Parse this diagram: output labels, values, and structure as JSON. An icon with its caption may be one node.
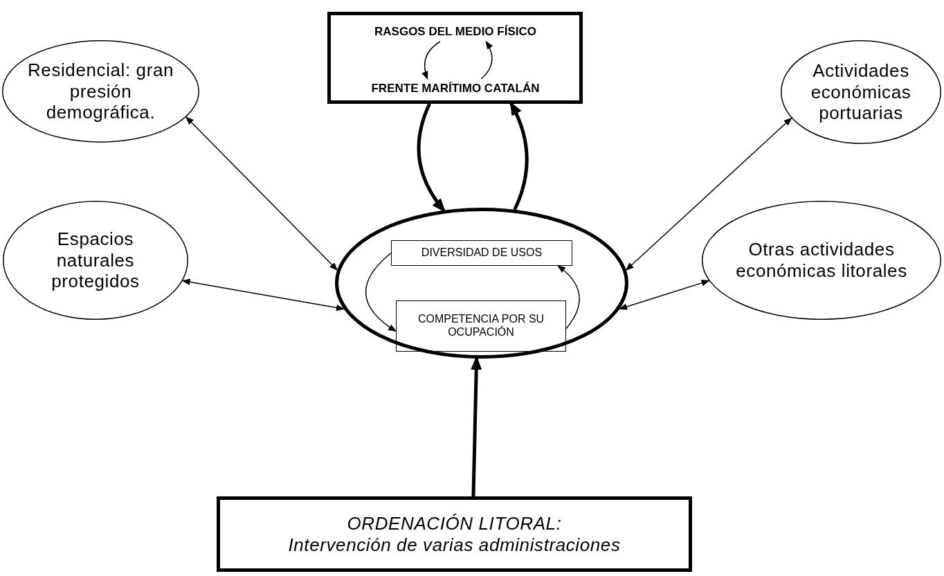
{
  "diagram": {
    "nodes": [
      {
        "text": [],
        "shape": "box"
      },
      {
        "text": [
          "RASGOS DEL MEDIO FÍSICO"
        ],
        "in": 0
      },
      {
        "text": [
          "FRENTE MARÍTIMO CATALÁN"
        ],
        "in": 0
      },
      {
        "text": [
          "Residencial: gran presión demográfica."
        ]
      },
      {
        "text": [
          "Actividades económicas portuarias"
        ]
      },
      {
        "text": [],
        "shape": "ellipse"
      },
      {
        "text": [
          "DIVERSIDAD DE USOS"
        ],
        "in": 5
      },
      {
        "text": [
          "COMPETENCIA POR SU OCUPACIÓN"
        ],
        "in": 5
      },
      {
        "text": [
          "Espacios naturales protegidos"
        ]
      },
      {
        "text": [
          "Otras actividades económicas litorales"
        ]
      },
      {
        "text": [
          "ORDENACIÓN LITORAL:",
          "Intervención de varias administraciones"
        ]
      }
    ],
    "edges": [
      {
        "from": 1,
        "to": 2,
        "arrow": "to"
      },
      {
        "from": 2,
        "to": 1,
        "arrow": "to"
      },
      {
        "from": 0,
        "to": 5,
        "arrow": "to",
        "style": "thick"
      },
      {
        "from": 5,
        "to": 0,
        "arrow": "to",
        "style": "thick"
      },
      {
        "from": 3,
        "to": 5,
        "arrow": "both"
      },
      {
        "from": 4,
        "to": 5,
        "arrow": "both"
      },
      {
        "from": 8,
        "to": 5,
        "arrow": "both"
      },
      {
        "from": 9,
        "to": 5,
        "arrow": "both"
      },
      {
        "from": 6,
        "to": 7,
        "arrow": "to"
      },
      {
        "from": 7,
        "to": 6,
        "arrow": "to"
      },
      {
        "from": 10,
        "to": 5,
        "arrow": "to",
        "style": "thick"
      }
    ]
  }
}
